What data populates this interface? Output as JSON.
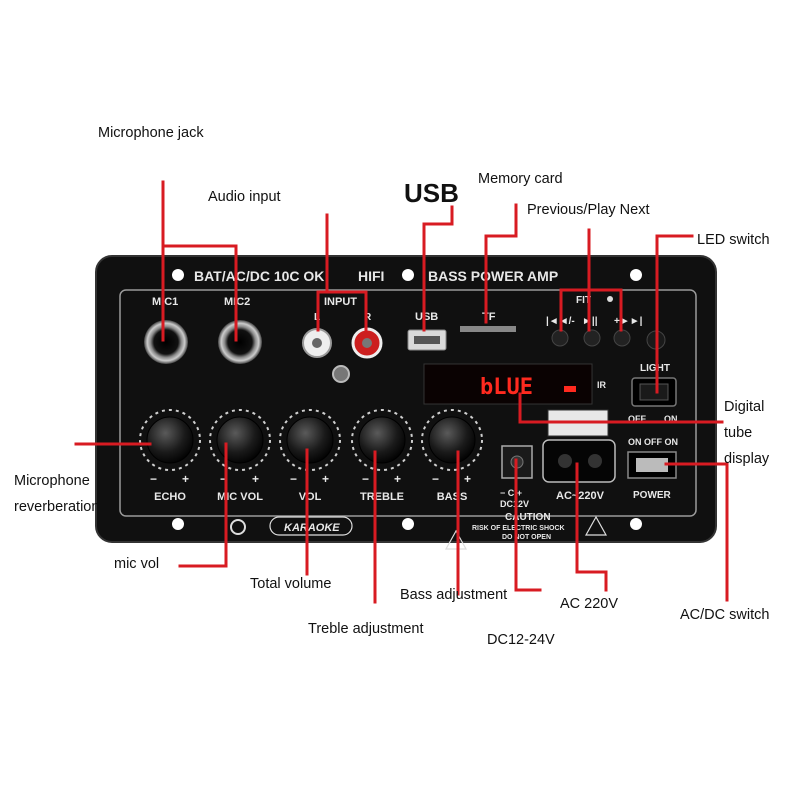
{
  "panel": {
    "header": {
      "left": "BAT/AC/DC 10C OK",
      "mid": "HIFI",
      "right": "BASS POWER AMP"
    },
    "jacks": {
      "mic1": "MIC1",
      "mic2": "MIC2",
      "input": "INPUT",
      "left": "L",
      "right": "R"
    },
    "ports": {
      "usb": "USB",
      "tf": "TF"
    },
    "controls": {
      "group": "FIT",
      "prev": "|◄◄/-",
      "play": "►||",
      "next": "+►►|"
    },
    "display": {
      "text": "bLUE",
      "ir": "IR"
    },
    "light": {
      "label": "LIGHT",
      "off": "OFF",
      "on": "ON"
    },
    "power": {
      "top": "ON OFF ON",
      "label": "POWER"
    },
    "knobs": [
      {
        "label": "ECHO"
      },
      {
        "label": "MIC VOL"
      },
      {
        "label": "VOL"
      },
      {
        "label": "TREBLE"
      },
      {
        "label": "BASS"
      }
    ],
    "knob_minus": "−",
    "knob_plus": "+",
    "dc": {
      "polarity": "− C +",
      "label": "DC12V"
    },
    "ac": {
      "label": "AC~220V"
    },
    "karaoke": "KARAOKE",
    "caution": {
      "title": "CAUTION",
      "line1": "RISK OF ELECTRIC SHOCK",
      "line2": "DO NOT OPEN"
    }
  },
  "callouts": {
    "microphone_jack": "Microphone jack",
    "audio_input": "Audio input",
    "usb": "USB",
    "memory_card": "Memory card",
    "previous_play_next": "Previous/Play Next",
    "led_switch": "LED switch",
    "digital_tube_display": "Digital tube display",
    "microphone_reverberation": "Microphone reverberation",
    "mic_vol": "mic vol",
    "total_volume": "Total volume",
    "treble_adjustment": "Treble adjustment",
    "bass_adjustment": "Bass adjustment",
    "dc_voltage": "DC12-24V",
    "ac_voltage": "AC 220V",
    "ac_dc_switch": "AC/DC switch"
  },
  "colors": {
    "leader": "#d81b22",
    "panel": "#101010",
    "panel_text": "#e8e8e8",
    "display_red": "#ff2a1f",
    "label_text": "#111111"
  }
}
